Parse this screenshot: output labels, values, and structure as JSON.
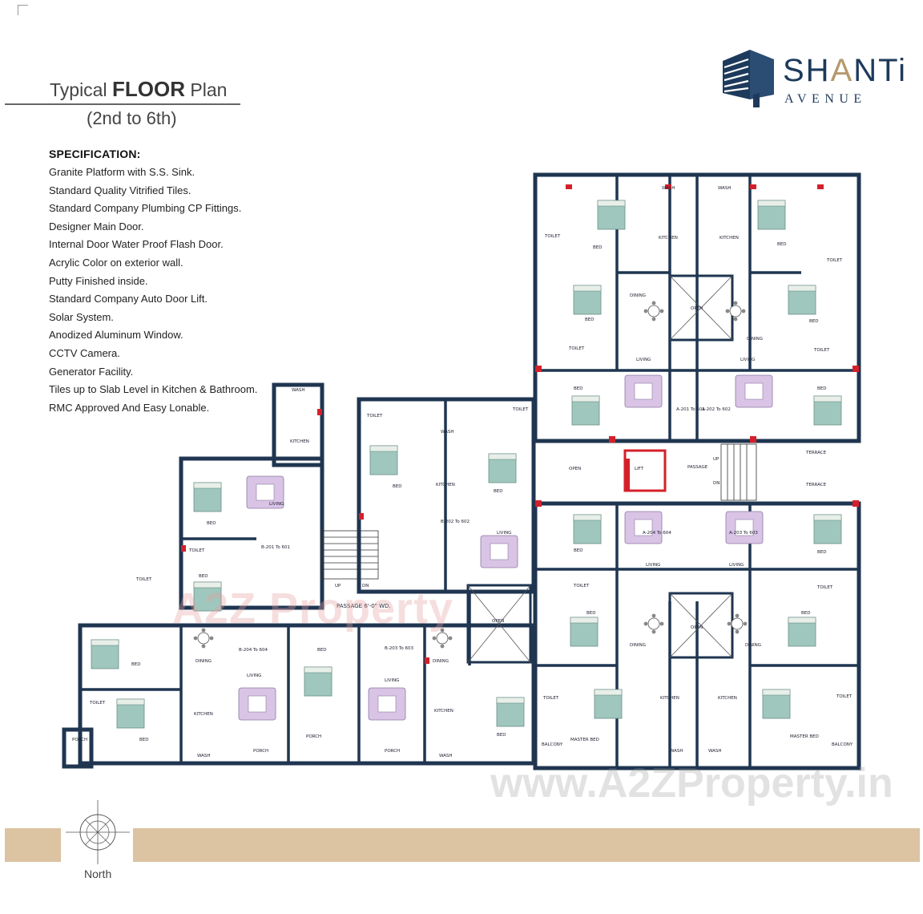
{
  "title": {
    "prefix": "Typical",
    "emphasis": "FLOOR",
    "suffix": "Plan",
    "subtitle": "(2nd to 6th)"
  },
  "specification": {
    "heading": "SPECIFICATION:",
    "items": [
      "Granite Platform with S.S. Sink.",
      "Standard Quality Vitrified Tiles.",
      "Standard Company Plumbing CP Fittings.",
      "Designer Main Door.",
      "Internal Door Water Proof Flash Door.",
      "Acrylic Color  on exterior wall.",
      "Putty Finished inside.",
      "Standard Company Auto Door Lift.",
      "Solar System.",
      "Anodized Aluminum Window.",
      "CCTV Camera.",
      "Generator Facility.",
      "Tiles up to Slab Level in Kitchen & Bathroom.",
      "RMC Approved And Easy Lonable."
    ]
  },
  "logo": {
    "name_part1": "SH",
    "name_highlight": "A",
    "name_part2": "NTi",
    "subtitle": "AVENUE"
  },
  "plan_labels": {
    "passage_main": "PASSAGE 6'-0\" WD.",
    "passage_right": "PASSAGE",
    "open": "OPEN",
    "lift": "LIFT",
    "up": "UP",
    "dn": "DN",
    "living": "LIVING",
    "bed": "BED",
    "master_bed": "MASTER BED",
    "kitchen": "KITCHEN",
    "toilet": "TOILET",
    "wash": "WASH",
    "dining": "DINING",
    "balcony": "BALCONY",
    "porch": "PORCH",
    "terrace": "TERRACE",
    "unit_a_201": "A-201 To 601",
    "unit_a_202": "A-202 To 602",
    "unit_a_203": "A-203 To 603",
    "unit_a_204": "A-204 To 604",
    "unit_b_201": "B-201 To 601",
    "unit_b_202": "B-202 To 602",
    "unit_b_203": "B-203 To 603",
    "unit_b_204": "B-204 To 604"
  },
  "watermarks": {
    "small": "A2Z Property",
    "large": "www.A2ZProperty.in"
  },
  "compass_label": "North",
  "colors": {
    "wall": "#1f3550",
    "door_accent": "#d4202a",
    "bed_cover": "#9fc7bd",
    "sofa": "#d9c4e6",
    "band": "#dcc3a1",
    "logo": "#1d3a5c",
    "logo_accent": "#b59a6e"
  }
}
